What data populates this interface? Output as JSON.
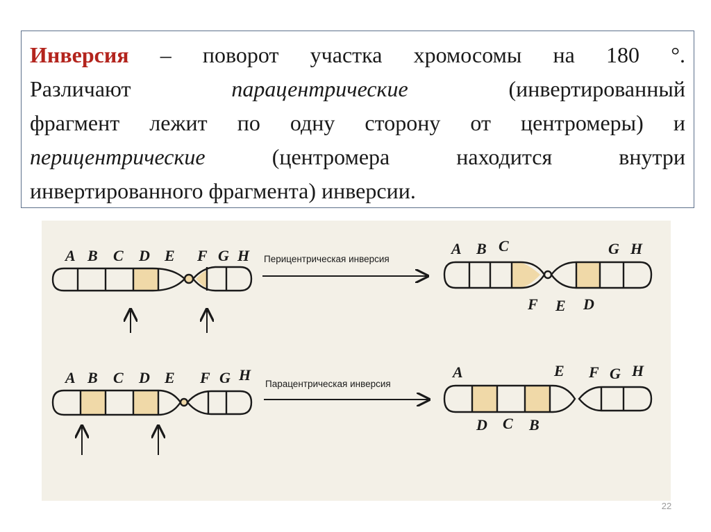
{
  "text": {
    "term": "Инверсия",
    "definition": " – поворот участка хромосомы на 180 °.",
    "l2a": "Различают ",
    "para_it": "парацентрические",
    "l2b": " (инвертированный",
    "l3": "фрагмент лежит по одну сторону от центромеры) и",
    "peri_it": "перицентрические",
    "l4b": " (центромера находится внутри",
    "l5": "инвертированного фрагмента) инверсии."
  },
  "diagram": {
    "peri_label": "Перицентрическая инверсия",
    "para_label": "Парацентрическая инверсия",
    "top_left_letters": [
      "A",
      "B",
      "C",
      "D",
      "E",
      "F",
      "G",
      "H"
    ],
    "top_right_upper_letters": [
      "A",
      "B",
      "C",
      "G",
      "H"
    ],
    "top_right_lower_letters": [
      "F",
      "E",
      "D"
    ],
    "bottom_left_letters": [
      "A",
      "B",
      "C",
      "D",
      "E",
      "F",
      "G",
      "H"
    ],
    "bottom_right_upper_letters": [
      "A",
      "E",
      "F",
      "G",
      "H"
    ],
    "bottom_right_lower_letters": [
      "D",
      "C",
      "B"
    ],
    "highlight_color": "#f0d9a8"
  },
  "page_number": "22"
}
